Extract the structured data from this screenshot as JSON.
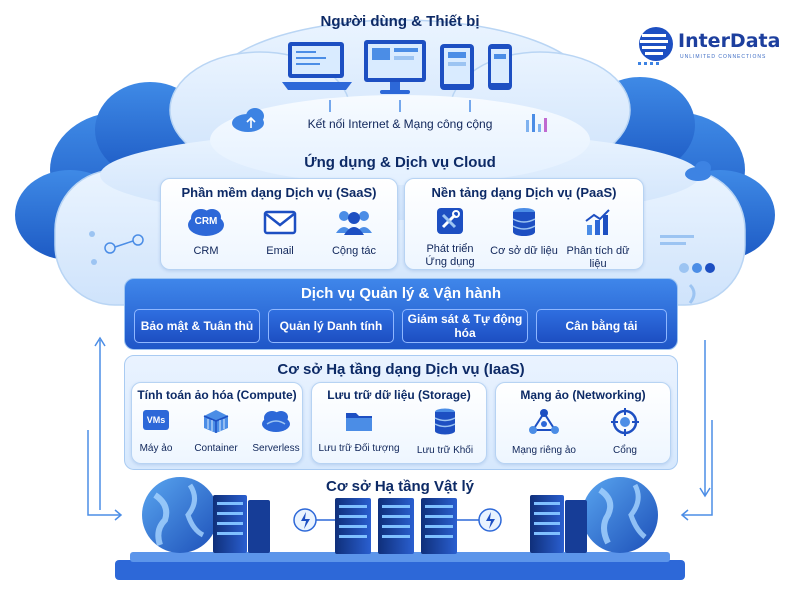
{
  "brand": {
    "name": "InterData",
    "tagline": "UNLIMITED CONNECTIONS"
  },
  "users": {
    "title": "Người dùng & Thiết bị",
    "connection_label": "Kết nối Internet & Mạng công cộng"
  },
  "cloud_apps": {
    "title": "Ứng dụng & Dịch vụ Cloud",
    "saas": {
      "title": "Phần mềm dạng Dịch vụ (SaaS)",
      "items": [
        {
          "label": "CRM",
          "icon": "crm-cloud-icon",
          "badge": "CRM"
        },
        {
          "label": "Email",
          "icon": "email-icon"
        },
        {
          "label": "Cộng tác",
          "icon": "collaboration-icon"
        }
      ]
    },
    "paas": {
      "title": "Nền tảng dạng Dịch vụ (PaaS)",
      "items": [
        {
          "label": "Phát triển Ứng dụng",
          "icon": "tools-icon"
        },
        {
          "label": "Cơ sở dữ liệu",
          "icon": "database-icon"
        },
        {
          "label": "Phân tích dữ liệu",
          "icon": "analytics-chart-icon"
        }
      ]
    }
  },
  "management": {
    "title": "Dịch vụ Quản lý & Vận hành",
    "items": [
      {
        "label": "Bảo mật & Tuân thủ"
      },
      {
        "label": "Quản lý Danh tính"
      },
      {
        "label": "Giám sát & Tự động hóa"
      },
      {
        "label": "Cân bằng tải"
      }
    ]
  },
  "iaas": {
    "title": "Cơ sở Hạ tầng dạng Dịch vụ (IaaS)",
    "compute": {
      "title": "Tính toán ảo hóa (Compute)",
      "items": [
        {
          "label": "Máy ảo",
          "icon": "vms-icon",
          "badge": "VMs"
        },
        {
          "label": "Container",
          "icon": "container-icon"
        },
        {
          "label": "Serverless",
          "icon": "serverless-icon"
        }
      ]
    },
    "storage": {
      "title": "Lưu trữ dữ liệu (Storage)",
      "items": [
        {
          "label": "Lưu trữ Đối tượng",
          "icon": "folder-icon"
        },
        {
          "label": "Lưu trữ Khối",
          "icon": "block-storage-icon"
        }
      ]
    },
    "networking": {
      "title": "Mạng ảo (Networking)",
      "items": [
        {
          "label": "Mạng riêng ảo",
          "icon": "vpn-network-icon"
        },
        {
          "label": "Cổng",
          "icon": "gateway-icon"
        }
      ]
    }
  },
  "physical": {
    "title": "Cơ sở Hạ tầng Vật lý"
  },
  "colors": {
    "dark_text": "#0d2a66",
    "accent_blue": "#1d4fc2",
    "light_blue": "#dcecff"
  }
}
